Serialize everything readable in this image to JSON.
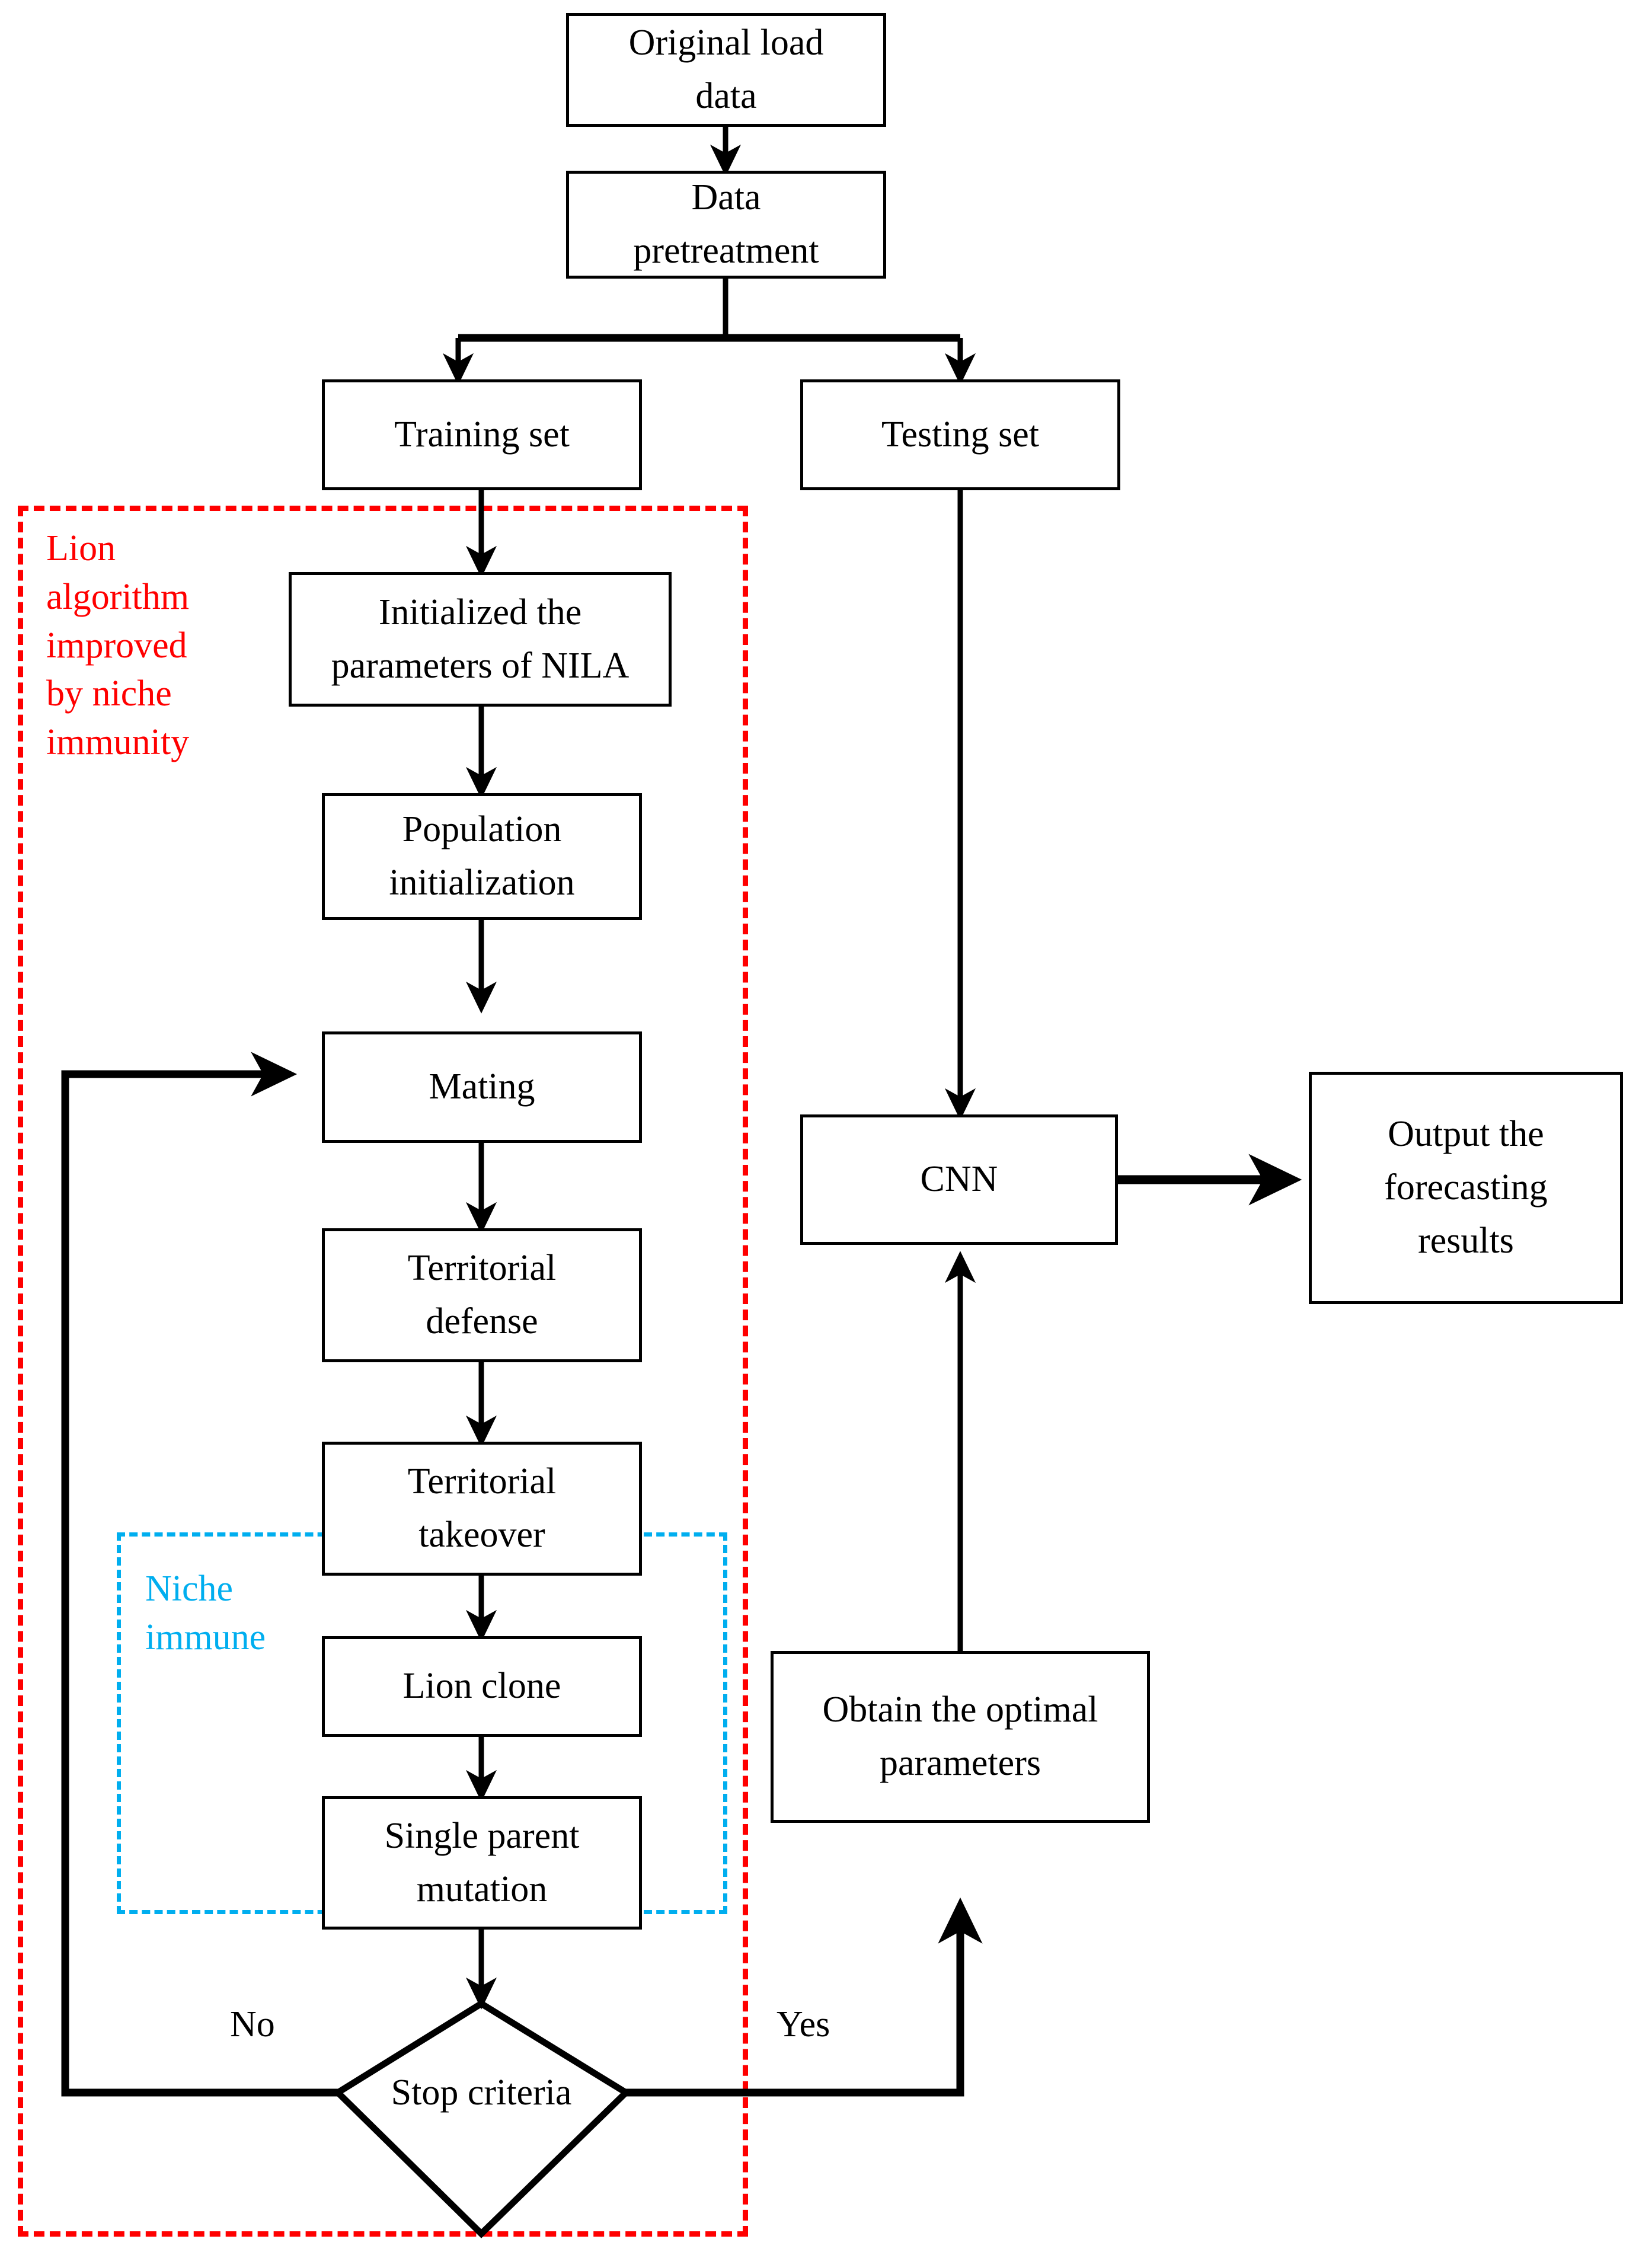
{
  "diagram": {
    "title_absent": true,
    "colors": {
      "stroke": "#000000",
      "background": "#ffffff",
      "group_lion": "#ff0000",
      "group_niche": "#00aeef"
    },
    "nodes": [
      {
        "id": "original-load-data",
        "label": "Original load\ndata",
        "shape": "rect"
      },
      {
        "id": "data-pretreatment",
        "label": "Data\npretreatment",
        "shape": "rect"
      },
      {
        "id": "training-set",
        "label": "Training set",
        "shape": "rect"
      },
      {
        "id": "testing-set",
        "label": "Testing set",
        "shape": "rect"
      },
      {
        "id": "initialized-parameters",
        "label": "Initialized the\nparameters of NILA",
        "shape": "rect"
      },
      {
        "id": "population-initialization",
        "label": "Population\ninitialization",
        "shape": "rect"
      },
      {
        "id": "mating",
        "label": "Mating",
        "shape": "rect"
      },
      {
        "id": "territorial-defense",
        "label": "Territorial\ndefense",
        "shape": "rect"
      },
      {
        "id": "territorial-takeover",
        "label": "Territorial\ntakeover",
        "shape": "rect"
      },
      {
        "id": "lion-clone",
        "label": "Lion clone",
        "shape": "rect"
      },
      {
        "id": "single-parent-mutation",
        "label": "Single parent\nmutation",
        "shape": "rect"
      },
      {
        "id": "stop-criteria",
        "label": "Stop criteria",
        "shape": "diamond"
      },
      {
        "id": "cnn",
        "label": "CNN",
        "shape": "rect"
      },
      {
        "id": "obtain-optimal-parameters",
        "label": "Obtain the optimal\nparameters",
        "shape": "rect"
      },
      {
        "id": "output-forecasting-results",
        "label": "Output the\nforecasting\nresults",
        "shape": "rect"
      }
    ],
    "edge_labels": {
      "no": "No",
      "yes": "Yes"
    },
    "groups": [
      {
        "id": "lion-algorithm-group",
        "label": "Lion\nalgorithm\nimproved\nby niche\nimmunity",
        "style": "dashed",
        "color": "#ff0000"
      },
      {
        "id": "niche-immune-group",
        "label": "Niche\nimmune",
        "style": "dotted",
        "color": "#00aeef"
      }
    ]
  }
}
